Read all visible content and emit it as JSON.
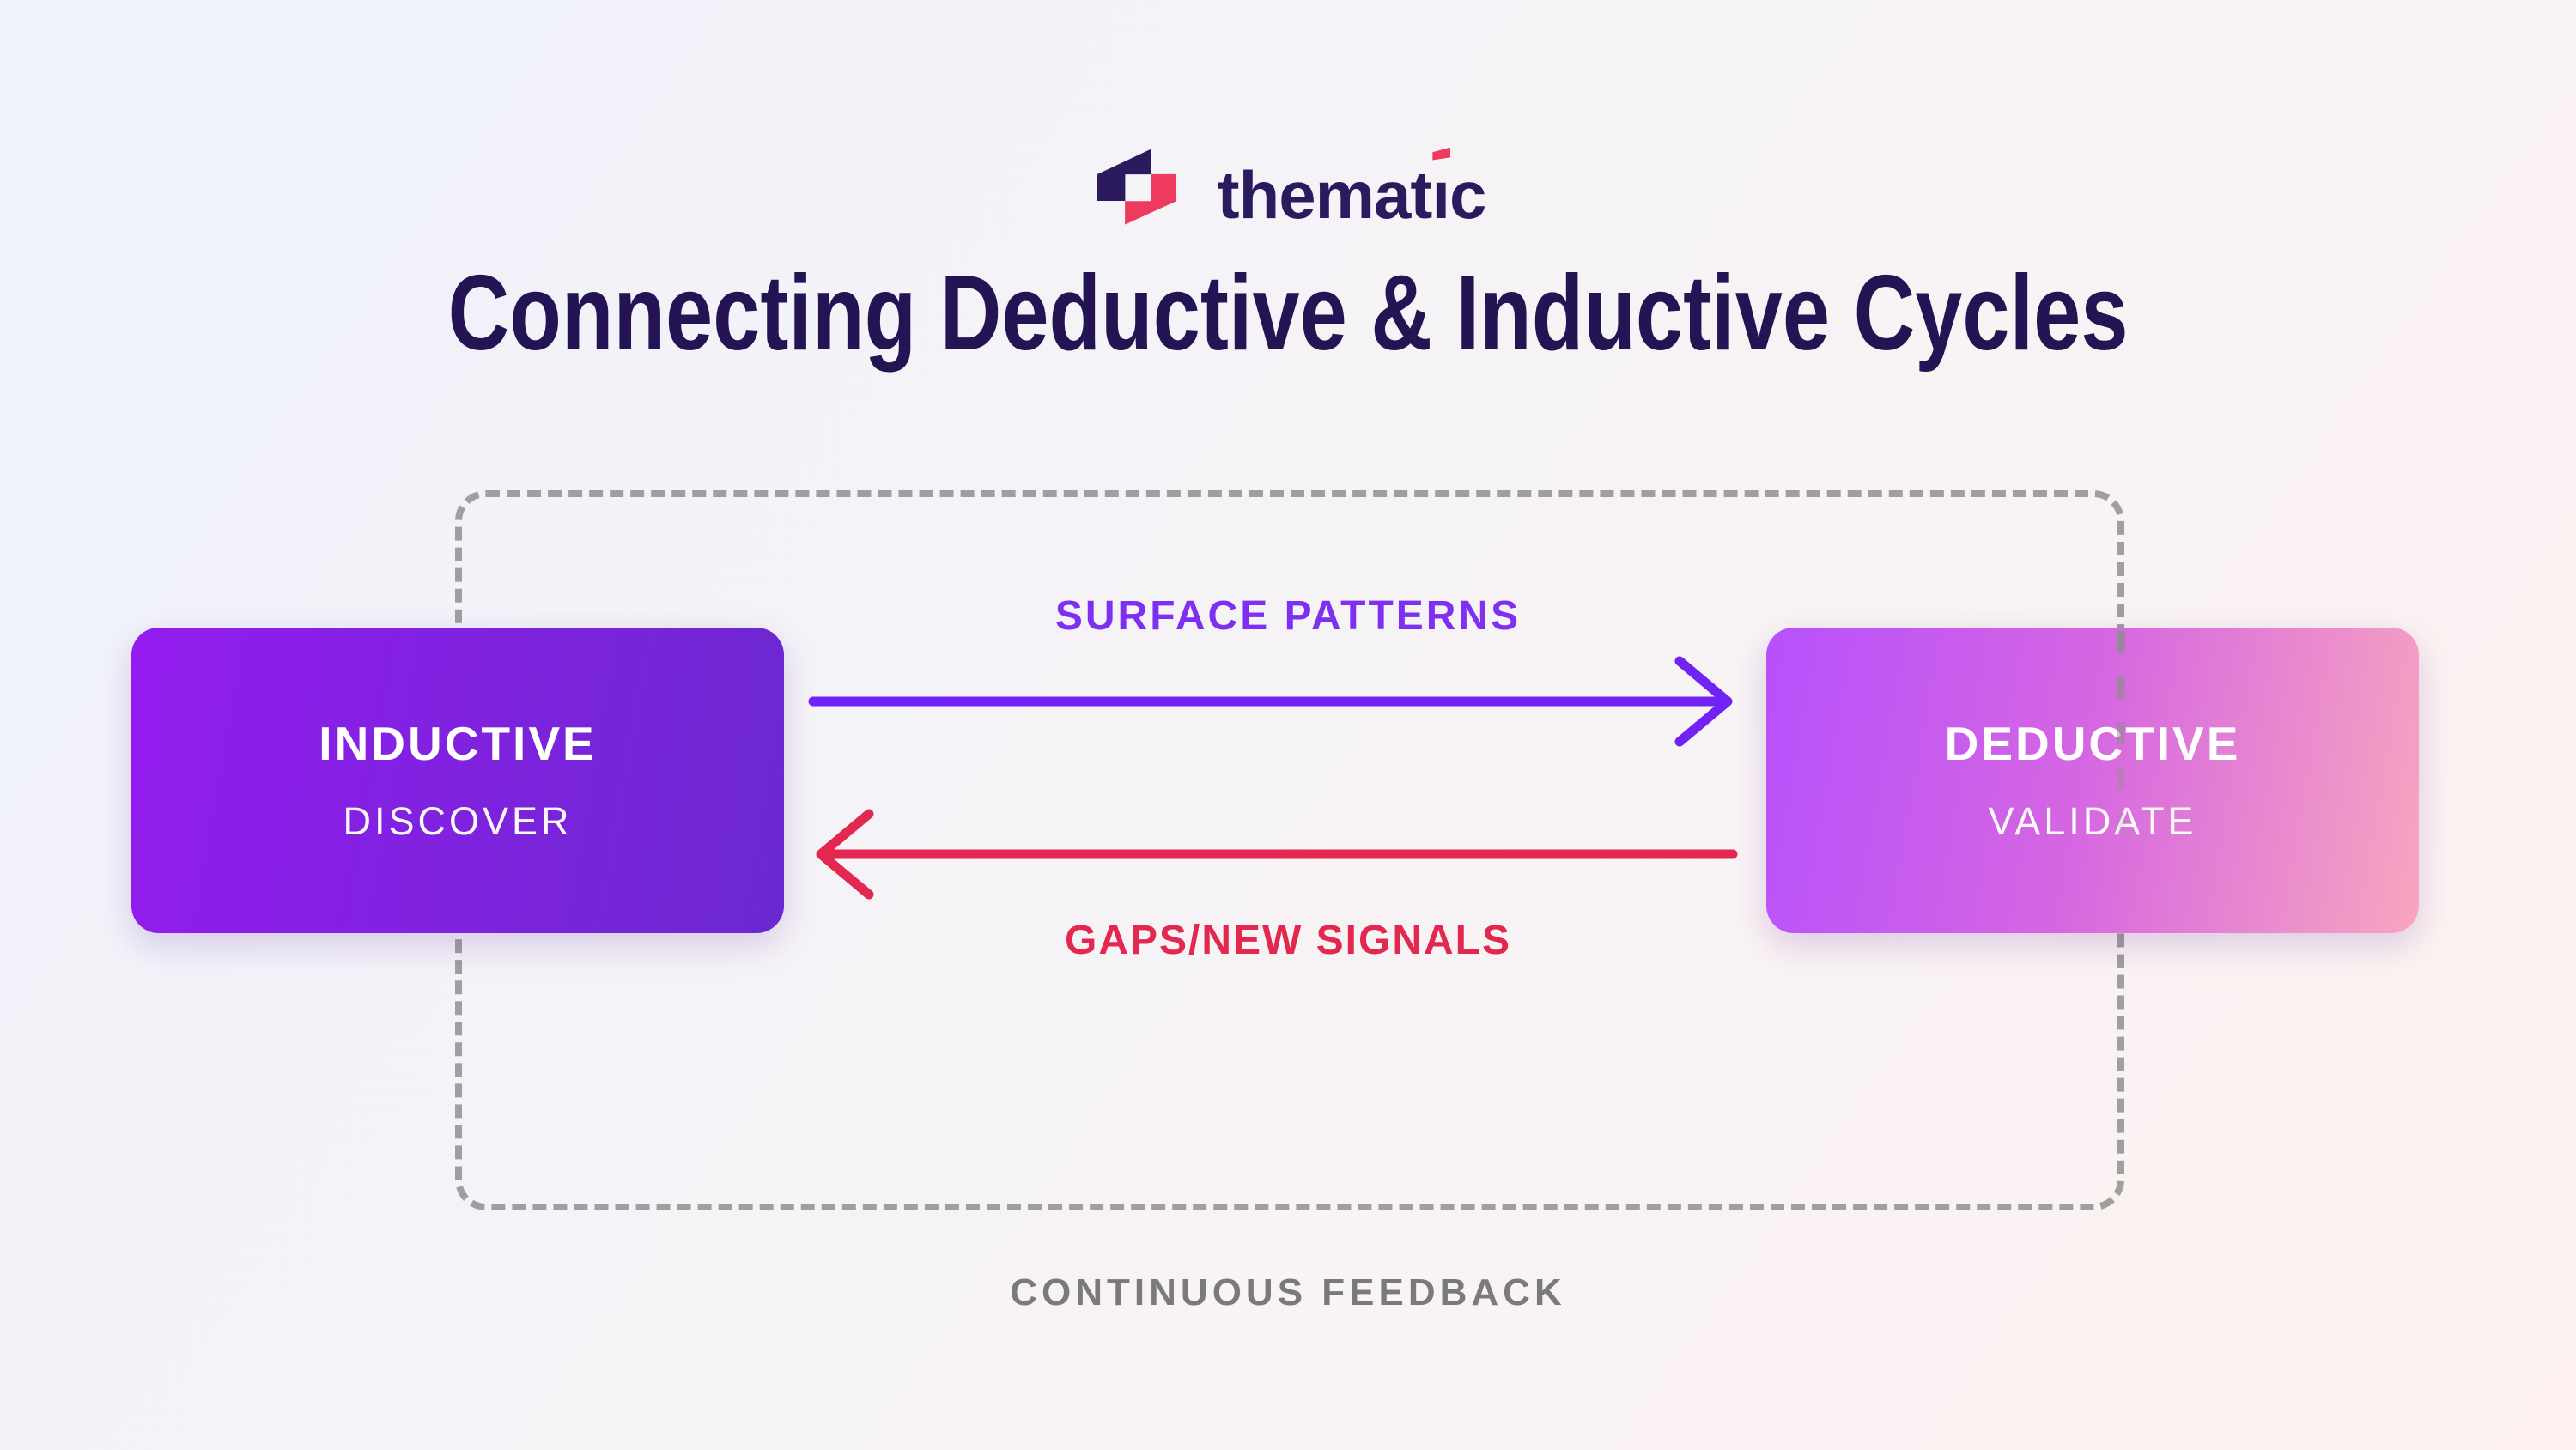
{
  "brand": {
    "name": "thematic",
    "wordmark_pre": "themat",
    "wordmark_i": "ı",
    "wordmark_post": "c",
    "logo_navy": "#2b1b5e",
    "logo_crimson": "#ee3a5f"
  },
  "title": {
    "text": "Connecting Deductive & Inductive Cycles",
    "color": "#241454"
  },
  "diagram": {
    "inductive_box": {
      "title": "INDUCTIVE",
      "subtitle": "DISCOVER",
      "gradient_start": "#941cef",
      "gradient_end": "#6b28cf"
    },
    "deductive_box": {
      "title": "DEDUCTIVE",
      "subtitle": "VALIDATE",
      "gradient_start": "#b750fc",
      "gradient_end": "#f8a5bf"
    },
    "forward_arrow": {
      "label": "SURFACE PATTERNS",
      "color": "#7122f5",
      "direction": "left-to-right"
    },
    "backward_arrow": {
      "label": "GAPS/NEW SIGNALS",
      "color": "#e22850",
      "direction": "right-to-left"
    },
    "loop": {
      "label": "CONTINUOUS FEEDBACK",
      "border_color": "#9f9f9f"
    }
  }
}
